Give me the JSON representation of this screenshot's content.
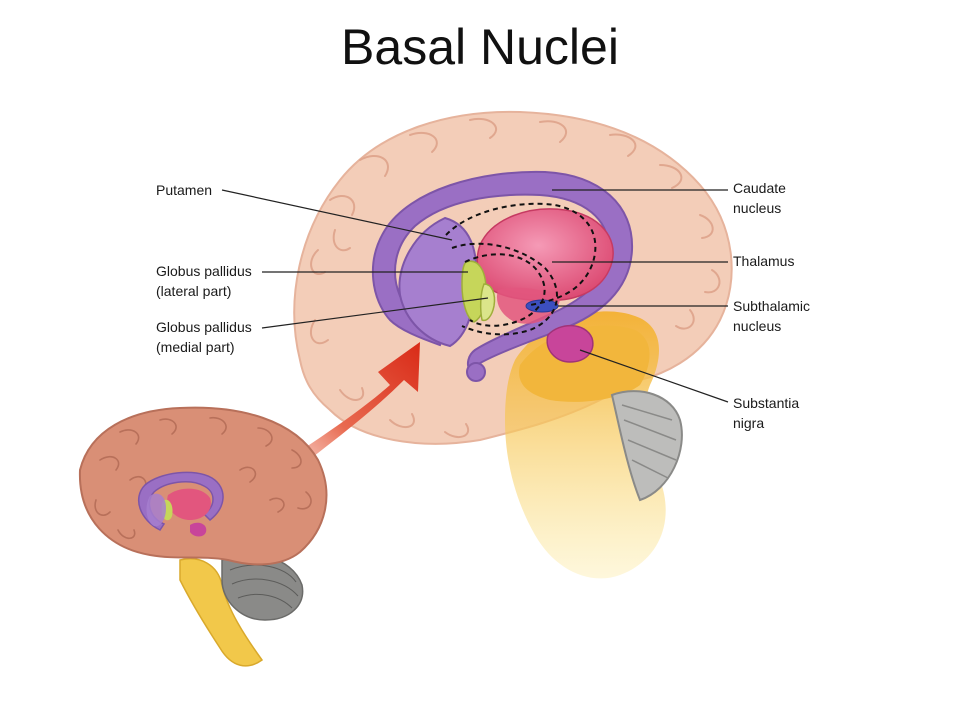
{
  "slide": {
    "title": "Basal Nuclei"
  },
  "labels": {
    "putamen": "Putamen",
    "gp_lateral": [
      "Globus pallidus",
      "(lateral part)"
    ],
    "gp_medial": [
      "Globus pallidus",
      "(medial part)"
    ],
    "caudate": [
      "Caudate",
      "nucleus"
    ],
    "thalamus": "Thalamus",
    "subthalamic": [
      "Subthalamic",
      "nucleus"
    ],
    "substantia": [
      "Substantia",
      "nigra"
    ]
  },
  "colors": {
    "cortex": "#f3cdb8",
    "cortex_dark": "#e2a68d",
    "brain_small": "#d98f76",
    "caudate_putamen": "#9a6fc4",
    "thalamus": "#e2567e",
    "globus_pallidus": "#c6d65a",
    "subthalamic": "#3c4fbf",
    "substantia_nigra": "#c8459a",
    "brainstem": "#f2c84a",
    "cerebellum": "#8a8a88",
    "arrow": "#dd3b22"
  }
}
